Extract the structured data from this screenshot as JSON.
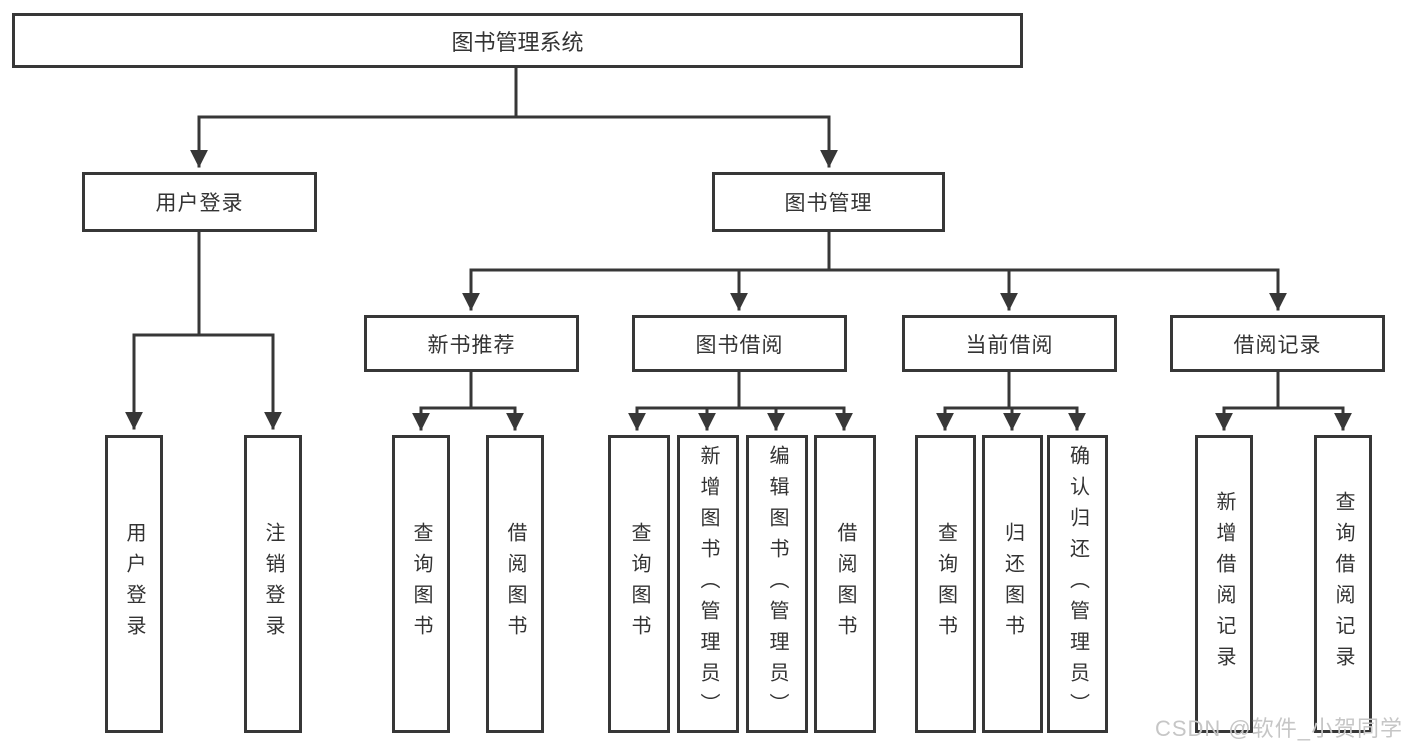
{
  "diagram": {
    "title": "图书管理系统",
    "branches": [
      {
        "label": "用户登录",
        "children": [
          {
            "label": "用户登录"
          },
          {
            "label": "注销登录"
          }
        ]
      },
      {
        "label": "图书管理",
        "children": [
          {
            "label": "新书推荐",
            "children": [
              {
                "label": "查询图书"
              },
              {
                "label": "借阅图书"
              }
            ]
          },
          {
            "label": "图书借阅",
            "children": [
              {
                "label": "查询图书"
              },
              {
                "label": "新增图书（管理员）"
              },
              {
                "label": "编辑图书（管理员）"
              },
              {
                "label": "借阅图书"
              }
            ]
          },
          {
            "label": "当前借阅",
            "children": [
              {
                "label": "查询图书"
              },
              {
                "label": "归还图书"
              },
              {
                "label": "确认归还（管理员）"
              }
            ]
          },
          {
            "label": "借阅记录",
            "children": [
              {
                "label": "新增借阅记录"
              },
              {
                "label": "查询借阅记录"
              }
            ]
          }
        ]
      }
    ]
  },
  "watermark": "CSDN @软件_小贺同学",
  "colors": {
    "line": "#373737",
    "text": "#333333",
    "background": "#ffffff",
    "watermark": "#c6c6c6"
  }
}
